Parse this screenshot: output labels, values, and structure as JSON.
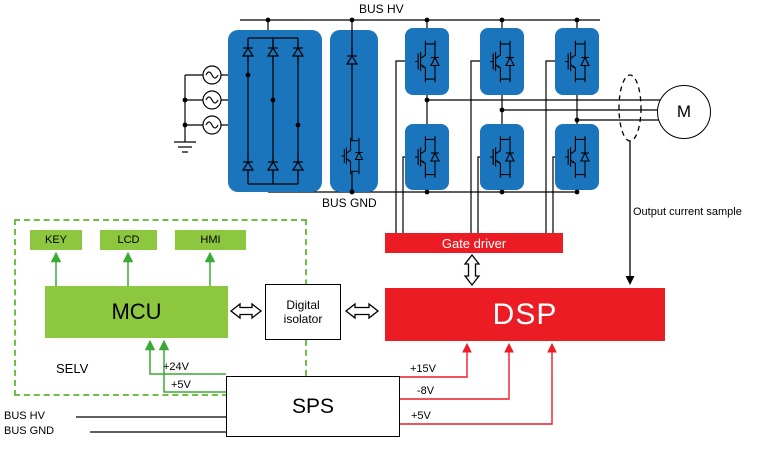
{
  "labels": {
    "bus_hv_top": "BUS HV",
    "bus_gnd": "BUS GND",
    "output_current_sample": "Output current sample",
    "selv": "SELV",
    "plus24v": "+24V",
    "plus5v_mcu": "+5V",
    "plus15v": "+15V",
    "minus8v": "-8V",
    "plus5v_dsp": "+5V",
    "bus_hv_bottom": "BUS HV",
    "bus_gnd_bottom": "BUS GND",
    "motor": "M"
  },
  "blocks": {
    "key": "KEY",
    "lcd": "LCD",
    "hmi": "HMI",
    "mcu": "MCU",
    "digital_isolator": "Digital isolator",
    "gate_driver": "Gate driver",
    "dsp": "DSP",
    "sps": "SPS"
  },
  "colors": {
    "module_blue": "#1B75BC",
    "block_green": "#8DC63F",
    "line_green": "#3BAA35",
    "block_red": "#EC1C24",
    "selv_border_green": "#6FBE45",
    "wire_black": "#000000"
  }
}
